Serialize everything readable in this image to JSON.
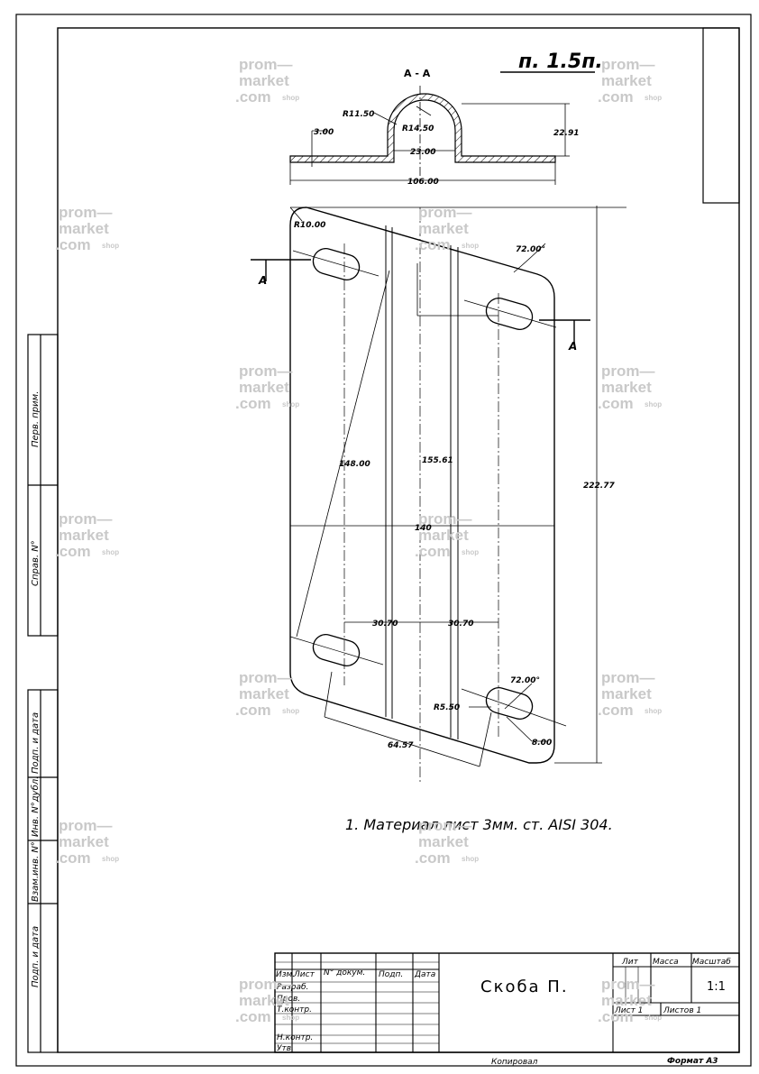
{
  "drawing": {
    "sheet_id": "п. 1.5п.",
    "section_label": "А - А",
    "title": "Скоба П.",
    "note": "1. Материал лист 3мм. ст. AISI 304.",
    "scale": "1:1",
    "sheet_number": "Лист 1",
    "sheets_total": "Листов 1",
    "copied": "Копировал",
    "format": "Формат А3",
    "section_marks": [
      "А",
      "А"
    ]
  },
  "dimensions": {
    "r11": "R11.50",
    "r14": "R14.50",
    "t3": "3.00",
    "w23": "23.00",
    "h22": "22.91",
    "w106": "106.00",
    "r10": "R10.00",
    "a72_top": "72.00°",
    "a72_bot": "72.00°",
    "d148": "148.00",
    "d155": "155.61",
    "h222": "222.77",
    "w140": "140",
    "d30l": "30.70",
    "d30r": "30.70",
    "r55": "R5.50",
    "d8": "8.00",
    "d64": "64.57"
  },
  "title_block": {
    "col_izm": "Изм.",
    "col_list": "Лист",
    "col_doc": "N° докум.",
    "col_sign": "Подп.",
    "col_date": "Дата",
    "row_razrab": "Разраб.",
    "row_prov": "Пров.",
    "row_tkontr": "Т.контр.",
    "row_nkontr": "Н.контр.",
    "row_utv": "Утв.",
    "lit": "Лит",
    "massa": "Масса",
    "masshtab": "Масштаб"
  },
  "side_stamp": {
    "perv_prim": "Перв. прим.",
    "sprav": "Справ. N°",
    "podp_data_1": "Подп. и дата",
    "inv_dubl": "Инв. N°дубл.",
    "vzam_inv": "Взам.инв. N°",
    "podp_data_2": "Подп. и дата"
  },
  "watermark": {
    "line1": "prom—",
    "line2": "market",
    "line3": ".com",
    "line4": "shop"
  }
}
